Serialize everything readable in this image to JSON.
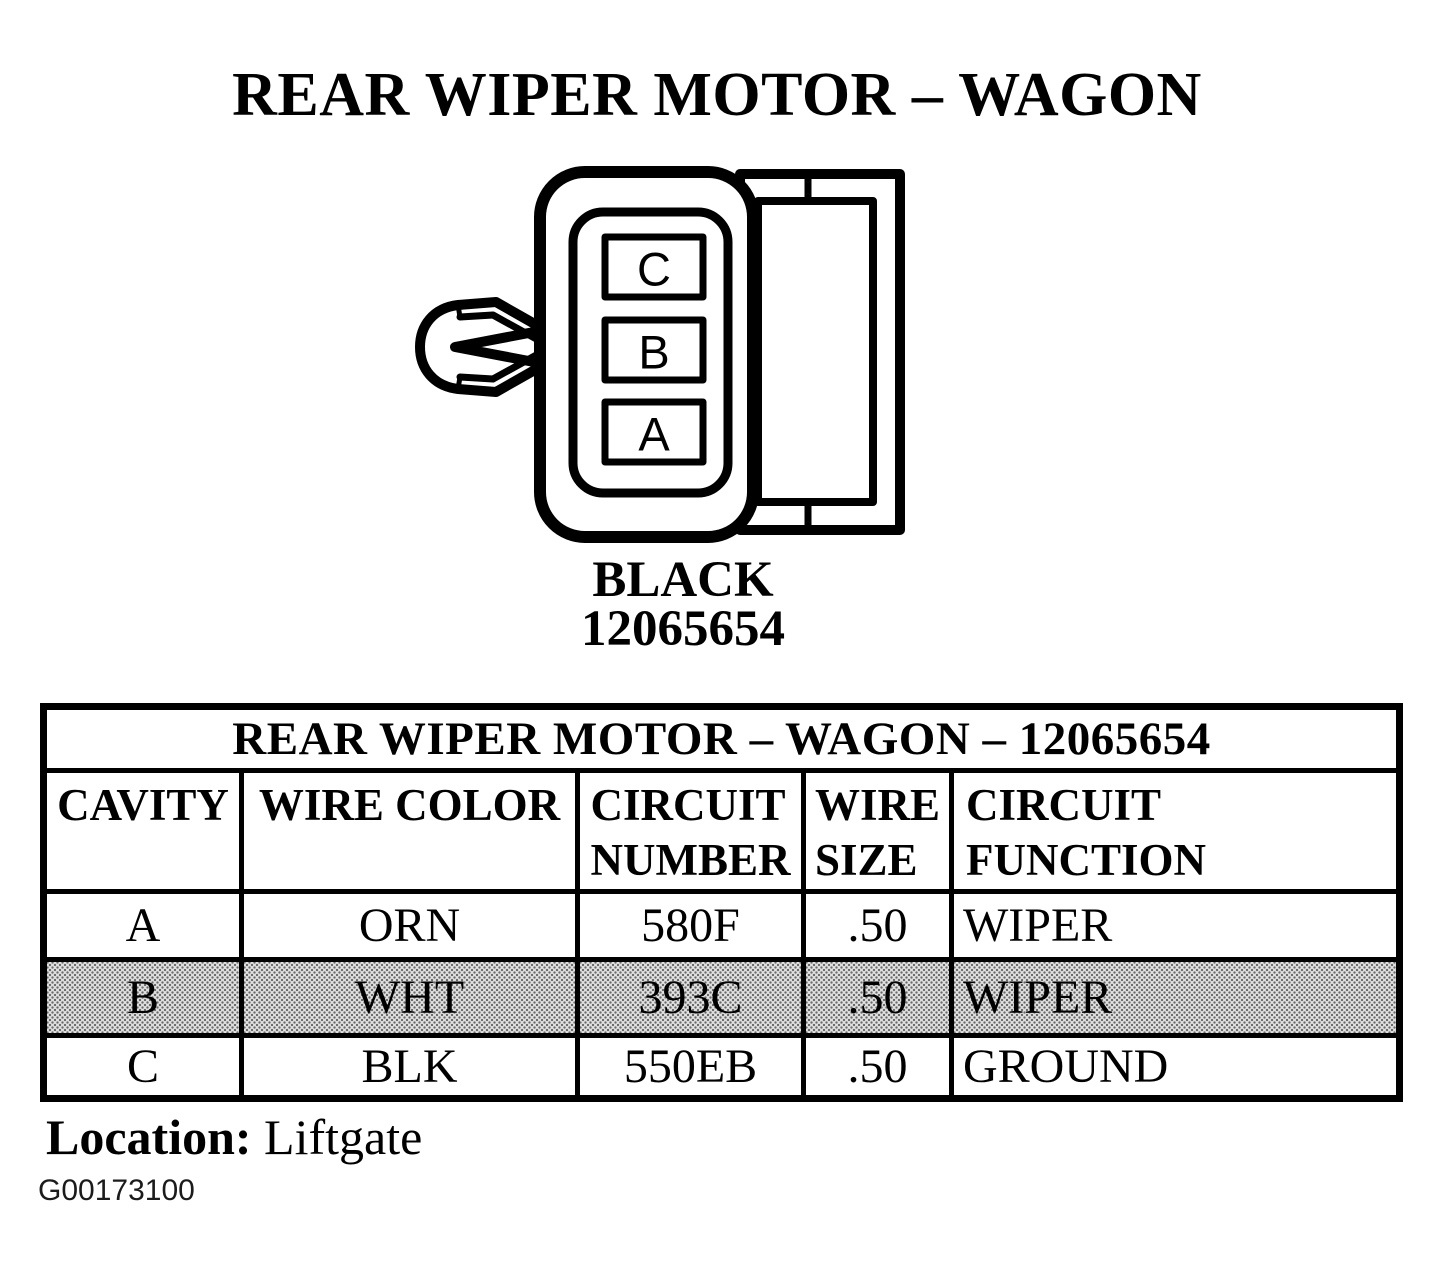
{
  "page": {
    "title": "REAR WIPER MOTOR – WAGON"
  },
  "diagram": {
    "connector_color": "BLACK",
    "part_number": "12065654",
    "cavity_labels": [
      "C",
      "B",
      "A"
    ]
  },
  "table": {
    "title": "REAR WIPER MOTOR – WAGON – 12065654",
    "columns": [
      {
        "lines": [
          "CAVITY"
        ]
      },
      {
        "lines": [
          "WIRE COLOR"
        ]
      },
      {
        "lines": [
          "CIRCUIT",
          "NUMBER"
        ]
      },
      {
        "lines": [
          "WIRE",
          "SIZE"
        ]
      },
      {
        "lines": [
          "CIRCUIT FUNCTION"
        ]
      }
    ],
    "rows": [
      {
        "cavity": "A",
        "wire_color": "ORN",
        "circuit_number": "580F",
        "wire_size": ".50",
        "circuit_function": "WIPER",
        "shaded": false
      },
      {
        "cavity": "B",
        "wire_color": "WHT",
        "circuit_number": "393C",
        "wire_size": ".50",
        "circuit_function": "WIPER",
        "shaded": true
      },
      {
        "cavity": "C",
        "wire_color": "BLK",
        "circuit_number": "550EB",
        "wire_size": ".50",
        "circuit_function": "GROUND",
        "shaded": false
      }
    ]
  },
  "footer": {
    "location_label": "Location:",
    "location_value": "Liftgate",
    "figure_id": "G00173100"
  },
  "colors": {
    "ink": "#000000",
    "paper": "#ffffff",
    "shaded_row_bg": "#e0e0e0"
  }
}
